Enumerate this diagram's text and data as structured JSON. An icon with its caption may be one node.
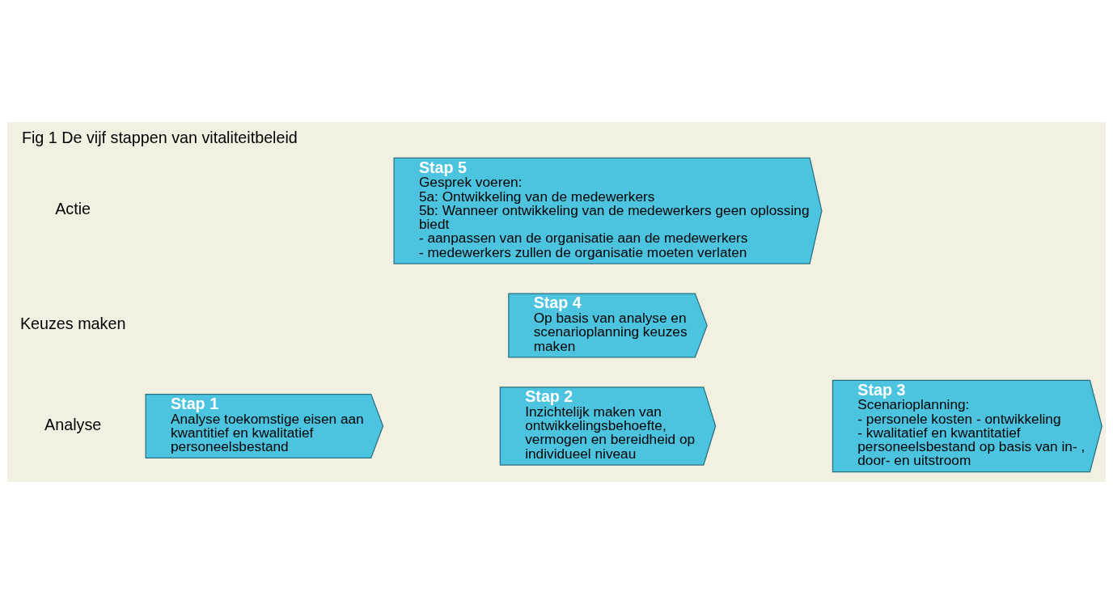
{
  "diagram": {
    "title": "Fig 1 De vijf stappen van vitaliteitbeleid",
    "nodes": [
      {
        "text": [
          "Stap 1",
          "Analyse toekomstige eisen aan kwantitief en kwalitatief personeelsbestand"
        ]
      },
      {
        "text": [
          "Stap 2",
          "Inzichtelijk maken van ontwikkelingsbehoefte, vermogen en bereidheid op individueel niveau"
        ]
      },
      {
        "text": [
          "Stap 3",
          "Scenarioplanning:",
          "- personele kosten - ontwikkeling",
          "- kwalitatief en kwantitatief personeelsbestand op basis van in- , door- en uitstroom"
        ]
      },
      {
        "text": [
          "Stap 4",
          "Op basis van analyse en scenarioplanning keuzes maken"
        ]
      },
      {
        "text": [
          "Stap 5",
          "Gesprek voeren:",
          "5a: Ontwikkeling van de medewerkers",
          "5b: Wanneer ontwikkeling van de medewerkers geen oplossing biedt",
          "- aanpassen van de organisatie aan de medewerkers",
          "- medewerkers zullen de organisatie moeten verlaten"
        ]
      }
    ],
    "edges": [],
    "labels": [
      "Analyse",
      "Keuzes maken",
      "Actie"
    ]
  }
}
